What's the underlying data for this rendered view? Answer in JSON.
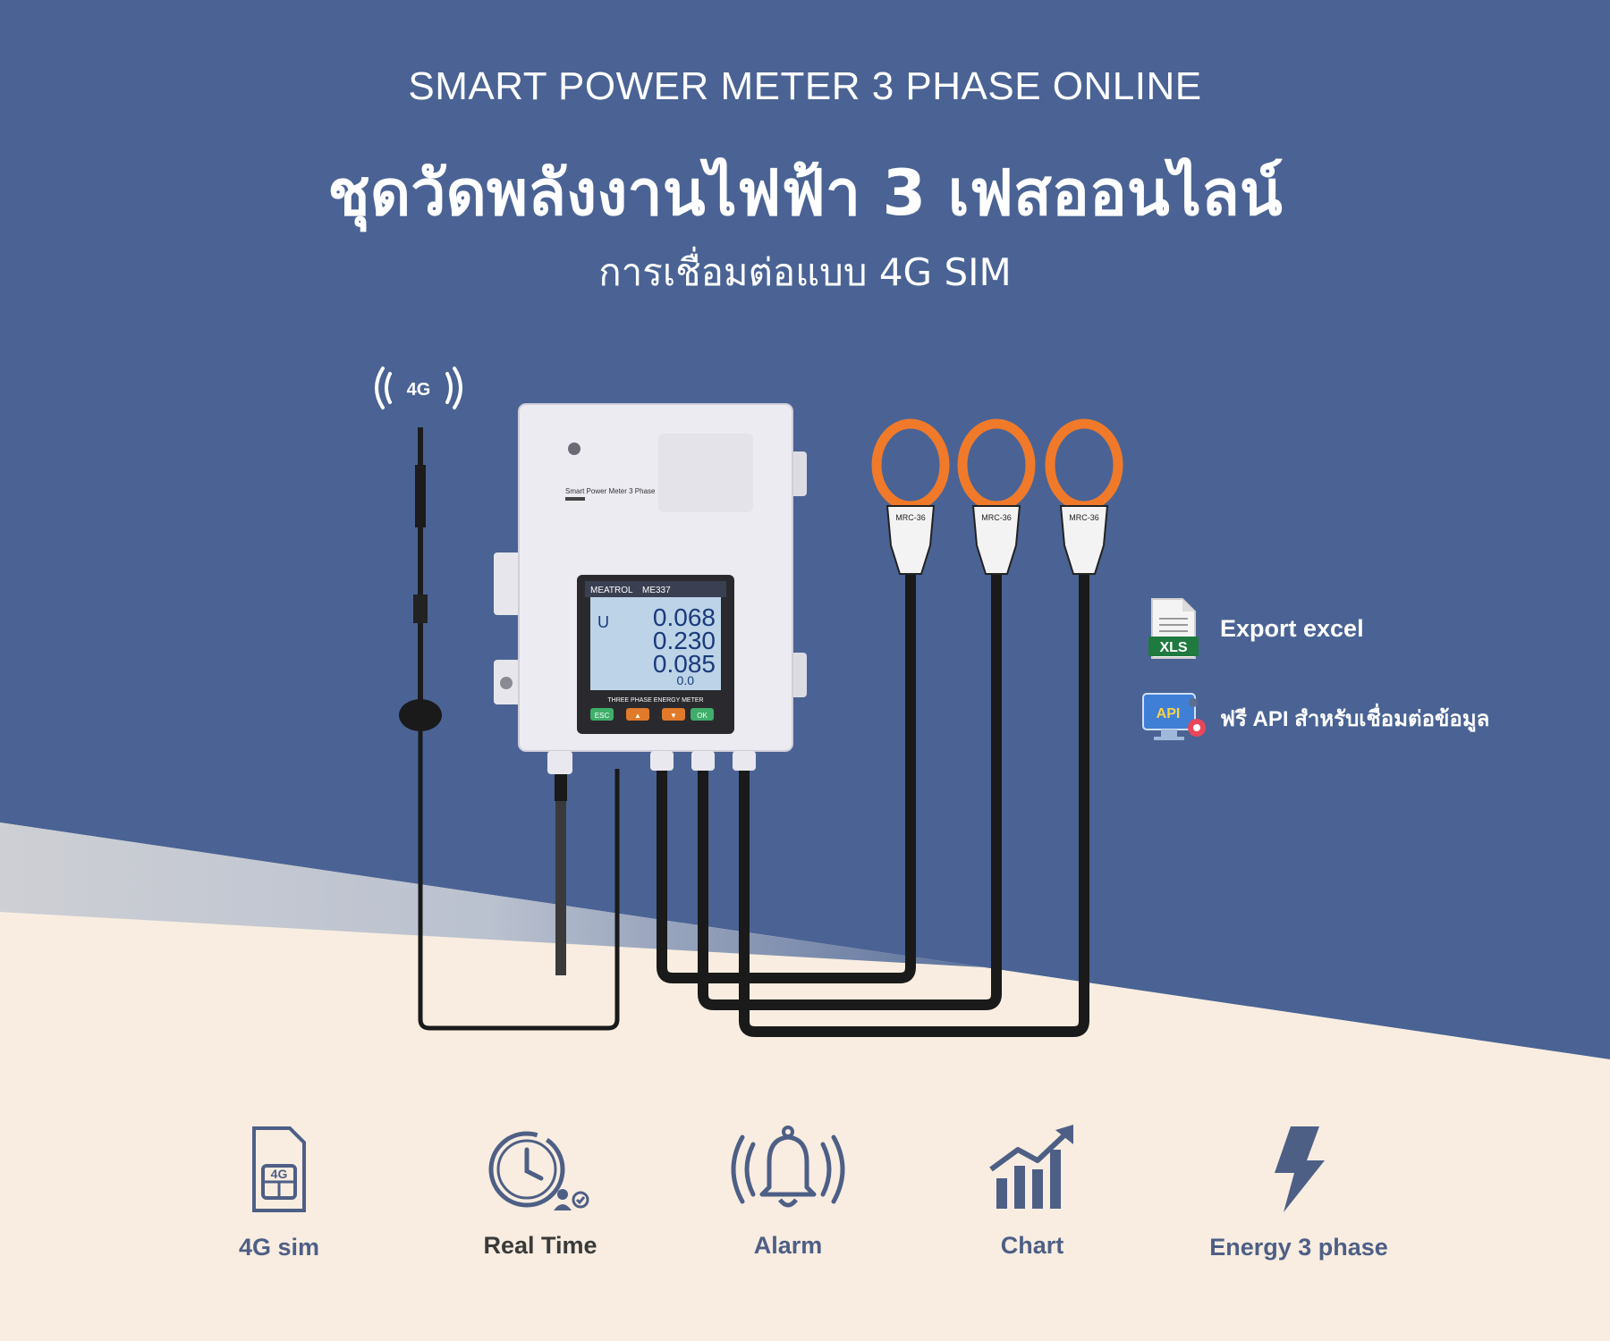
{
  "header": {
    "subtitle_en": "SMART POWER METER 3 PHASE ONLINE",
    "title_th": "ชุดวัดพลังงานไฟฟ้า 3 เฟสออนไลน์",
    "connection_th": "การเชื่อมต่อแบบ 4G SIM"
  },
  "colors": {
    "background_top": "#4a6394",
    "background_bottom": "#f8ede0",
    "clamp_orange": "#f07a2a",
    "feature_icon": "#4e5f86"
  },
  "antenna": {
    "badge": "4G"
  },
  "meter": {
    "box_label": "Smart Power Meter 3 Phase",
    "brand": "MEATROL",
    "model": "ME337",
    "readings": [
      "0.068",
      "0.230",
      "0.085"
    ],
    "small_reading": "0.0",
    "panel_caption": "THREE PHASE ENERGY METER",
    "buttons": [
      "ESC",
      "▲",
      "▼",
      "OK"
    ]
  },
  "clamps": [
    {
      "model": "MRC-36"
    },
    {
      "model": "MRC-36"
    },
    {
      "model": "MRC-36"
    }
  ],
  "side_features": [
    {
      "icon": "xls-file-icon",
      "icon_text": "XLS",
      "label": "Export excel"
    },
    {
      "icon": "api-monitor-icon",
      "icon_text": "API",
      "label": "ฟรี API สำหรับเชื่อมต่อข้อมูล"
    }
  ],
  "features": [
    {
      "icon": "sim-card-icon",
      "icon_text": "4G",
      "label": "4G sim"
    },
    {
      "icon": "clock-user-icon",
      "label": "Real Time"
    },
    {
      "icon": "bell-icon",
      "label": "Alarm"
    },
    {
      "icon": "bar-chart-icon",
      "label": "Chart"
    },
    {
      "icon": "lightning-icon",
      "label": "Energy 3 phase"
    }
  ]
}
